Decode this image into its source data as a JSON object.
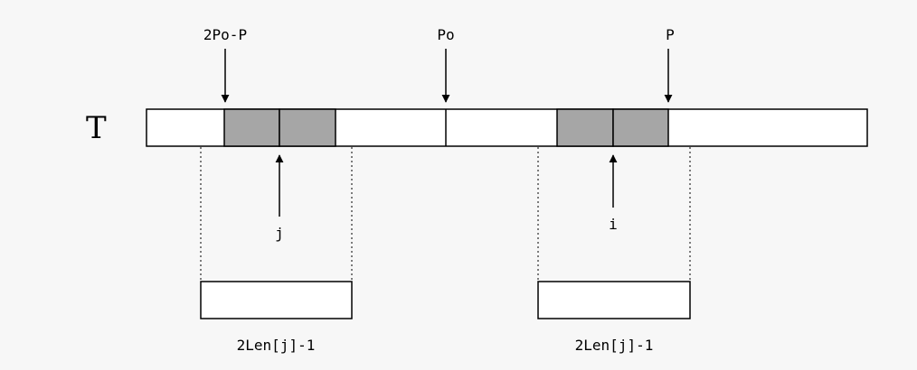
{
  "array_label": "T",
  "pointers": {
    "mirror": "2Po-P",
    "center": "Po",
    "right": "P",
    "j": "j",
    "i": "i"
  },
  "spans": {
    "left": "2Len[j]-1",
    "right": "2Len[j]-1"
  },
  "colors": {
    "cell_highlight": "#a6a6a6",
    "cell_plain": "#ffffff",
    "stroke": "#000000",
    "background": "#f7f7f7"
  }
}
